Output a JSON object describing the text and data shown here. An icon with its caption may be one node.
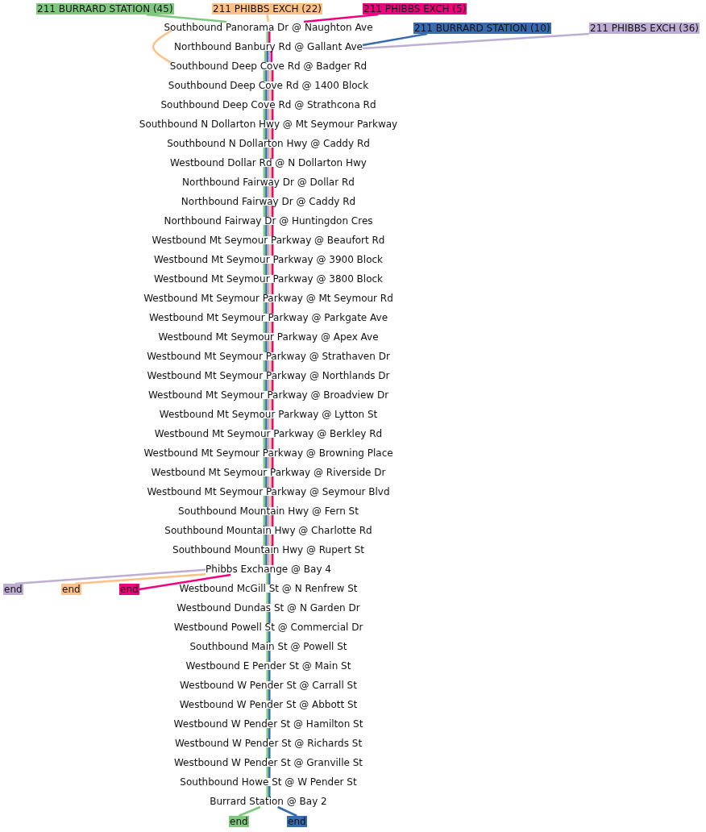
{
  "diagram": {
    "nodes": [
      {
        "text": [
          "211 BURRARD STATION (45)"
        ]
      },
      {
        "text": [
          "211 PHIBBS EXCH (22)"
        ]
      },
      {
        "text": [
          "211 PHIBBS EXCH (5)"
        ]
      },
      {
        "text": [
          "211 BURRARD STATION (10)"
        ]
      },
      {
        "text": [
          "211 PHIBBS EXCH (36)"
        ]
      },
      {
        "text": [
          "Southbound Panorama Dr @ Naughton Ave"
        ]
      },
      {
        "text": [
          "Northbound Banbury Rd @ Gallant Ave"
        ]
      },
      {
        "text": [
          "Southbound Deep Cove Rd @ Badger Rd"
        ]
      },
      {
        "text": [
          "Southbound Deep Cove Rd @ 1400 Block"
        ]
      },
      {
        "text": [
          "Southbound Deep Cove Rd @ Strathcona Rd"
        ]
      },
      {
        "text": [
          "Southbound N Dollarton Hwy @ Mt Seymour Parkway"
        ]
      },
      {
        "text": [
          "Southbound N Dollarton Hwy @ Caddy Rd"
        ]
      },
      {
        "text": [
          "Westbound Dollar Rd @ N Dollarton Hwy"
        ]
      },
      {
        "text": [
          "Northbound Fairway Dr @ Dollar Rd"
        ]
      },
      {
        "text": [
          "Northbound Fairway Dr @ Caddy Rd"
        ]
      },
      {
        "text": [
          "Northbound Fairway Dr @ Huntingdon Cres"
        ]
      },
      {
        "text": [
          "Westbound Mt Seymour Parkway @ Beaufort Rd"
        ]
      },
      {
        "text": [
          "Westbound Mt Seymour Parkway @ 3900 Block"
        ]
      },
      {
        "text": [
          "Westbound Mt Seymour Parkway @ 3800 Block"
        ]
      },
      {
        "text": [
          "Westbound Mt Seymour Parkway @ Mt Seymour Rd"
        ]
      },
      {
        "text": [
          "Westbound Mt Seymour Parkway @ Parkgate Ave"
        ]
      },
      {
        "text": [
          "Westbound Mt Seymour Parkway @ Apex Ave"
        ]
      },
      {
        "text": [
          "Westbound Mt Seymour Parkway @ Strathaven Dr"
        ]
      },
      {
        "text": [
          "Westbound Mt Seymour Parkway @ Northlands Dr"
        ]
      },
      {
        "text": [
          "Westbound Mt Seymour Parkway @ Broadview Dr"
        ]
      },
      {
        "text": [
          "Westbound Mt Seymour Parkway @ Lytton St"
        ]
      },
      {
        "text": [
          "Westbound Mt Seymour Parkway @ Berkley Rd"
        ]
      },
      {
        "text": [
          "Westbound Mt Seymour Parkway @ Browning Place"
        ]
      },
      {
        "text": [
          "Westbound Mt Seymour Parkway @ Riverside Dr"
        ]
      },
      {
        "text": [
          "Westbound Mt Seymour Parkway @ Seymour Blvd"
        ]
      },
      {
        "text": [
          "Southbound Mountain Hwy @ Fern St"
        ]
      },
      {
        "text": [
          "Southbound Mountain Hwy @ Charlotte Rd"
        ]
      },
      {
        "text": [
          "Southbound Mountain Hwy @ Rupert St"
        ]
      },
      {
        "text": [
          "Phibbs Exchange @ Bay 4"
        ]
      },
      {
        "text": [
          "Westbound McGill St @ N Renfrew St"
        ]
      },
      {
        "text": [
          "Westbound Dundas St @ N Garden Dr"
        ]
      },
      {
        "text": [
          "Westbound Powell St @ Commercial Dr"
        ]
      },
      {
        "text": [
          "Southbound Main St @ Powell St"
        ]
      },
      {
        "text": [
          "Westbound E Pender St @ Main St"
        ]
      },
      {
        "text": [
          "Westbound W Pender St @ Carrall St"
        ]
      },
      {
        "text": [
          "Westbound W Pender St @ Abbott St"
        ]
      },
      {
        "text": [
          "Westbound W Pender St @ Hamilton St"
        ]
      },
      {
        "text": [
          "Westbound W Pender St @ Richards St"
        ]
      },
      {
        "text": [
          "Westbound W Pender St @ Granville St"
        ]
      },
      {
        "text": [
          "Southbound Howe St @ W Pender St"
        ]
      },
      {
        "text": [
          "Burrard Station @ Bay 2"
        ]
      },
      {
        "text": [
          "end"
        ]
      },
      {
        "text": [
          "end"
        ]
      },
      {
        "text": [
          "end"
        ]
      },
      {
        "text": [
          "end"
        ]
      },
      {
        "text": [
          "end"
        ]
      }
    ],
    "edges": [
      {
        "from": 0,
        "to": 5,
        "arrow": "none",
        "color": "#7fc97f"
      },
      {
        "from": 1,
        "to": 5,
        "arrow": "none",
        "color": "#fdc086"
      },
      {
        "from": 2,
        "to": 5,
        "arrow": "none",
        "color": "#f0027f"
      },
      {
        "from": 3,
        "to": 6,
        "arrow": "none",
        "color": "#386cb0"
      },
      {
        "from": 4,
        "to": 6,
        "arrow": "none",
        "color": "#beaed4"
      },
      {
        "from": 5,
        "to": 6,
        "arrow": "none",
        "color": "#7fc97f"
      },
      {
        "from": 5,
        "to": 6,
        "arrow": "none",
        "color": "#f0027f"
      },
      {
        "from": 5,
        "to": 7,
        "arrow": "none",
        "color": "#fdc086"
      },
      {
        "from": 6,
        "to": 7,
        "arrow": "none",
        "color": "#7fc97f"
      },
      {
        "from": 6,
        "to": 7,
        "arrow": "none",
        "color": "#386cb0"
      },
      {
        "from": 6,
        "to": 7,
        "arrow": "none",
        "color": "#beaed4"
      },
      {
        "from": 6,
        "to": 7,
        "arrow": "none",
        "color": "#f0027f"
      },
      {
        "from": 7,
        "to": 8,
        "arrow": "none",
        "color": "#7fc97f"
      },
      {
        "from": 7,
        "to": 8,
        "arrow": "none",
        "color": "#386cb0"
      },
      {
        "from": 7,
        "to": 8,
        "arrow": "none",
        "color": "#beaed4"
      },
      {
        "from": 7,
        "to": 8,
        "arrow": "none",
        "color": "#fdc086"
      },
      {
        "from": 7,
        "to": 8,
        "arrow": "none",
        "color": "#f0027f"
      },
      {
        "from": 8,
        "to": 9,
        "arrow": "none",
        "color": "#7fc97f"
      },
      {
        "from": 8,
        "to": 9,
        "arrow": "none",
        "color": "#386cb0"
      },
      {
        "from": 8,
        "to": 9,
        "arrow": "none",
        "color": "#beaed4"
      },
      {
        "from": 8,
        "to": 9,
        "arrow": "none",
        "color": "#fdc086"
      },
      {
        "from": 8,
        "to": 9,
        "arrow": "none",
        "color": "#f0027f"
      },
      {
        "from": 9,
        "to": 10,
        "arrow": "none",
        "color": "#7fc97f"
      },
      {
        "from": 9,
        "to": 10,
        "arrow": "none",
        "color": "#386cb0"
      },
      {
        "from": 9,
        "to": 10,
        "arrow": "none",
        "color": "#beaed4"
      },
      {
        "from": 9,
        "to": 10,
        "arrow": "none",
        "color": "#fdc086"
      },
      {
        "from": 9,
        "to": 10,
        "arrow": "none",
        "color": "#f0027f"
      },
      {
        "from": 10,
        "to": 11,
        "arrow": "none",
        "color": "#7fc97f"
      },
      {
        "from": 10,
        "to": 11,
        "arrow": "none",
        "color": "#386cb0"
      },
      {
        "from": 10,
        "to": 11,
        "arrow": "none",
        "color": "#beaed4"
      },
      {
        "from": 10,
        "to": 11,
        "arrow": "none",
        "color": "#fdc086"
      },
      {
        "from": 10,
        "to": 11,
        "arrow": "none",
        "color": "#f0027f"
      },
      {
        "from": 11,
        "to": 12,
        "arrow": "none",
        "color": "#7fc97f"
      },
      {
        "from": 11,
        "to": 12,
        "arrow": "none",
        "color": "#386cb0"
      },
      {
        "from": 11,
        "to": 12,
        "arrow": "none",
        "color": "#beaed4"
      },
      {
        "from": 11,
        "to": 12,
        "arrow": "none",
        "color": "#fdc086"
      },
      {
        "from": 11,
        "to": 12,
        "arrow": "none",
        "color": "#f0027f"
      },
      {
        "from": 12,
        "to": 13,
        "arrow": "none",
        "color": "#7fc97f"
      },
      {
        "from": 12,
        "to": 13,
        "arrow": "none",
        "color": "#386cb0"
      },
      {
        "from": 12,
        "to": 13,
        "arrow": "none",
        "color": "#beaed4"
      },
      {
        "from": 12,
        "to": 13,
        "arrow": "none",
        "color": "#fdc086"
      },
      {
        "from": 12,
        "to": 13,
        "arrow": "none",
        "color": "#f0027f"
      },
      {
        "from": 13,
        "to": 14,
        "arrow": "none",
        "color": "#7fc97f"
      },
      {
        "from": 13,
        "to": 14,
        "arrow": "none",
        "color": "#386cb0"
      },
      {
        "from": 13,
        "to": 14,
        "arrow": "none",
        "color": "#beaed4"
      },
      {
        "from": 13,
        "to": 14,
        "arrow": "none",
        "color": "#fdc086"
      },
      {
        "from": 13,
        "to": 14,
        "arrow": "none",
        "color": "#f0027f"
      },
      {
        "from": 14,
        "to": 15,
        "arrow": "none",
        "color": "#7fc97f"
      },
      {
        "from": 14,
        "to": 15,
        "arrow": "none",
        "color": "#386cb0"
      },
      {
        "from": 14,
        "to": 15,
        "arrow": "none",
        "color": "#beaed4"
      },
      {
        "from": 14,
        "to": 15,
        "arrow": "none",
        "color": "#fdc086"
      },
      {
        "from": 14,
        "to": 15,
        "arrow": "none",
        "color": "#f0027f"
      },
      {
        "from": 15,
        "to": 16,
        "arrow": "none",
        "color": "#7fc97f"
      },
      {
        "from": 15,
        "to": 16,
        "arrow": "none",
        "color": "#386cb0"
      },
      {
        "from": 15,
        "to": 16,
        "arrow": "none",
        "color": "#beaed4"
      },
      {
        "from": 15,
        "to": 16,
        "arrow": "none",
        "color": "#fdc086"
      },
      {
        "from": 15,
        "to": 16,
        "arrow": "none",
        "color": "#f0027f"
      },
      {
        "from": 16,
        "to": 17,
        "arrow": "none",
        "color": "#7fc97f"
      },
      {
        "from": 16,
        "to": 17,
        "arrow": "none",
        "color": "#386cb0"
      },
      {
        "from": 16,
        "to": 17,
        "arrow": "none",
        "color": "#beaed4"
      },
      {
        "from": 16,
        "to": 17,
        "arrow": "none",
        "color": "#fdc086"
      },
      {
        "from": 16,
        "to": 17,
        "arrow": "none",
        "color": "#f0027f"
      },
      {
        "from": 17,
        "to": 18,
        "arrow": "none",
        "color": "#7fc97f"
      },
      {
        "from": 17,
        "to": 18,
        "arrow": "none",
        "color": "#386cb0"
      },
      {
        "from": 17,
        "to": 18,
        "arrow": "none",
        "color": "#beaed4"
      },
      {
        "from": 17,
        "to": 18,
        "arrow": "none",
        "color": "#fdc086"
      },
      {
        "from": 17,
        "to": 18,
        "arrow": "none",
        "color": "#f0027f"
      },
      {
        "from": 18,
        "to": 19,
        "arrow": "none",
        "color": "#7fc97f"
      },
      {
        "from": 18,
        "to": 19,
        "arrow": "none",
        "color": "#386cb0"
      },
      {
        "from": 18,
        "to": 19,
        "arrow": "none",
        "color": "#beaed4"
      },
      {
        "from": 18,
        "to": 19,
        "arrow": "none",
        "color": "#fdc086"
      },
      {
        "from": 18,
        "to": 19,
        "arrow": "none",
        "color": "#f0027f"
      },
      {
        "from": 19,
        "to": 20,
        "arrow": "none",
        "color": "#7fc97f"
      },
      {
        "from": 19,
        "to": 20,
        "arrow": "none",
        "color": "#386cb0"
      },
      {
        "from": 19,
        "to": 20,
        "arrow": "none",
        "color": "#beaed4"
      },
      {
        "from": 19,
        "to": 20,
        "arrow": "none",
        "color": "#fdc086"
      },
      {
        "from": 19,
        "to": 20,
        "arrow": "none",
        "color": "#f0027f"
      },
      {
        "from": 20,
        "to": 21,
        "arrow": "none",
        "color": "#7fc97f"
      },
      {
        "from": 20,
        "to": 21,
        "arrow": "none",
        "color": "#386cb0"
      },
      {
        "from": 20,
        "to": 21,
        "arrow": "none",
        "color": "#beaed4"
      },
      {
        "from": 20,
        "to": 21,
        "arrow": "none",
        "color": "#fdc086"
      },
      {
        "from": 20,
        "to": 21,
        "arrow": "none",
        "color": "#f0027f"
      },
      {
        "from": 21,
        "to": 22,
        "arrow": "none",
        "color": "#7fc97f"
      },
      {
        "from": 21,
        "to": 22,
        "arrow": "none",
        "color": "#386cb0"
      },
      {
        "from": 21,
        "to": 22,
        "arrow": "none",
        "color": "#beaed4"
      },
      {
        "from": 21,
        "to": 22,
        "arrow": "none",
        "color": "#fdc086"
      },
      {
        "from": 21,
        "to": 22,
        "arrow": "none",
        "color": "#f0027f"
      },
      {
        "from": 22,
        "to": 23,
        "arrow": "none",
        "color": "#7fc97f"
      },
      {
        "from": 22,
        "to": 23,
        "arrow": "none",
        "color": "#386cb0"
      },
      {
        "from": 22,
        "to": 23,
        "arrow": "none",
        "color": "#beaed4"
      },
      {
        "from": 22,
        "to": 23,
        "arrow": "none",
        "color": "#fdc086"
      },
      {
        "from": 22,
        "to": 23,
        "arrow": "none",
        "color": "#f0027f"
      },
      {
        "from": 23,
        "to": 24,
        "arrow": "none",
        "color": "#7fc97f"
      },
      {
        "from": 23,
        "to": 24,
        "arrow": "none",
        "color": "#386cb0"
      },
      {
        "from": 23,
        "to": 24,
        "arrow": "none",
        "color": "#beaed4"
      },
      {
        "from": 23,
        "to": 24,
        "arrow": "none",
        "color": "#fdc086"
      },
      {
        "from": 23,
        "to": 24,
        "arrow": "none",
        "color": "#f0027f"
      },
      {
        "from": 24,
        "to": 25,
        "arrow": "none",
        "color": "#7fc97f"
      },
      {
        "from": 24,
        "to": 25,
        "arrow": "none",
        "color": "#386cb0"
      },
      {
        "from": 24,
        "to": 25,
        "arrow": "none",
        "color": "#beaed4"
      },
      {
        "from": 24,
        "to": 25,
        "arrow": "none",
        "color": "#fdc086"
      },
      {
        "from": 24,
        "to": 25,
        "arrow": "none",
        "color": "#f0027f"
      },
      {
        "from": 25,
        "to": 26,
        "arrow": "none",
        "color": "#7fc97f"
      },
      {
        "from": 25,
        "to": 26,
        "arrow": "none",
        "color": "#386cb0"
      },
      {
        "from": 25,
        "to": 26,
        "arrow": "none",
        "color": "#beaed4"
      },
      {
        "from": 25,
        "to": 26,
        "arrow": "none",
        "color": "#fdc086"
      },
      {
        "from": 25,
        "to": 26,
        "arrow": "none",
        "color": "#f0027f"
      },
      {
        "from": 26,
        "to": 27,
        "arrow": "none",
        "color": "#7fc97f"
      },
      {
        "from": 26,
        "to": 27,
        "arrow": "none",
        "color": "#386cb0"
      },
      {
        "from": 26,
        "to": 27,
        "arrow": "none",
        "color": "#beaed4"
      },
      {
        "from": 26,
        "to": 27,
        "arrow": "none",
        "color": "#fdc086"
      },
      {
        "from": 26,
        "to": 27,
        "arrow": "none",
        "color": "#f0027f"
      },
      {
        "from": 27,
        "to": 28,
        "arrow": "none",
        "color": "#7fc97f"
      },
      {
        "from": 27,
        "to": 28,
        "arrow": "none",
        "color": "#386cb0"
      },
      {
        "from": 27,
        "to": 28,
        "arrow": "none",
        "color": "#beaed4"
      },
      {
        "from": 27,
        "to": 28,
        "arrow": "none",
        "color": "#fdc086"
      },
      {
        "from": 27,
        "to": 28,
        "arrow": "none",
        "color": "#f0027f"
      },
      {
        "from": 28,
        "to": 29,
        "arrow": "none",
        "color": "#7fc97f"
      },
      {
        "from": 28,
        "to": 29,
        "arrow": "none",
        "color": "#386cb0"
      },
      {
        "from": 28,
        "to": 29,
        "arrow": "none",
        "color": "#beaed4"
      },
      {
        "from": 28,
        "to": 29,
        "arrow": "none",
        "color": "#fdc086"
      },
      {
        "from": 28,
        "to": 29,
        "arrow": "none",
        "color": "#f0027f"
      },
      {
        "from": 29,
        "to": 30,
        "arrow": "none",
        "color": "#7fc97f"
      },
      {
        "from": 29,
        "to": 30,
        "arrow": "none",
        "color": "#386cb0"
      },
      {
        "from": 29,
        "to": 30,
        "arrow": "none",
        "color": "#beaed4"
      },
      {
        "from": 29,
        "to": 30,
        "arrow": "none",
        "color": "#fdc086"
      },
      {
        "from": 29,
        "to": 30,
        "arrow": "none",
        "color": "#f0027f"
      },
      {
        "from": 30,
        "to": 31,
        "arrow": "none",
        "color": "#7fc97f"
      },
      {
        "from": 30,
        "to": 31,
        "arrow": "none",
        "color": "#386cb0"
      },
      {
        "from": 30,
        "to": 31,
        "arrow": "none",
        "color": "#beaed4"
      },
      {
        "from": 30,
        "to": 31,
        "arrow": "none",
        "color": "#fdc086"
      },
      {
        "from": 30,
        "to": 31,
        "arrow": "none",
        "color": "#f0027f"
      },
      {
        "from": 31,
        "to": 32,
        "arrow": "none",
        "color": "#7fc97f"
      },
      {
        "from": 31,
        "to": 32,
        "arrow": "none",
        "color": "#386cb0"
      },
      {
        "from": 31,
        "to": 32,
        "arrow": "none",
        "color": "#beaed4"
      },
      {
        "from": 31,
        "to": 32,
        "arrow": "none",
        "color": "#fdc086"
      },
      {
        "from": 31,
        "to": 32,
        "arrow": "none",
        "color": "#f0027f"
      },
      {
        "from": 32,
        "to": 33,
        "arrow": "none",
        "color": "#7fc97f"
      },
      {
        "from": 32,
        "to": 33,
        "arrow": "none",
        "color": "#386cb0"
      },
      {
        "from": 32,
        "to": 33,
        "arrow": "none",
        "color": "#beaed4"
      },
      {
        "from": 32,
        "to": 33,
        "arrow": "none",
        "color": "#fdc086"
      },
      {
        "from": 32,
        "to": 33,
        "arrow": "none",
        "color": "#f0027f"
      },
      {
        "from": 33,
        "to": 34,
        "arrow": "none",
        "color": "#7fc97f"
      },
      {
        "from": 33,
        "to": 34,
        "arrow": "none",
        "color": "#386cb0"
      },
      {
        "from": 34,
        "to": 35,
        "arrow": "none",
        "color": "#7fc97f"
      },
      {
        "from": 34,
        "to": 35,
        "arrow": "none",
        "color": "#386cb0"
      },
      {
        "from": 35,
        "to": 36,
        "arrow": "none",
        "color": "#7fc97f"
      },
      {
        "from": 35,
        "to": 36,
        "arrow": "none",
        "color": "#386cb0"
      },
      {
        "from": 36,
        "to": 37,
        "arrow": "none",
        "color": "#7fc97f"
      },
      {
        "from": 36,
        "to": 37,
        "arrow": "none",
        "color": "#386cb0"
      },
      {
        "from": 37,
        "to": 38,
        "arrow": "none",
        "color": "#7fc97f"
      },
      {
        "from": 37,
        "to": 38,
        "arrow": "none",
        "color": "#386cb0"
      },
      {
        "from": 38,
        "to": 39,
        "arrow": "none",
        "color": "#7fc97f"
      },
      {
        "from": 38,
        "to": 39,
        "arrow": "none",
        "color": "#386cb0"
      },
      {
        "from": 39,
        "to": 40,
        "arrow": "none",
        "color": "#7fc97f"
      },
      {
        "from": 39,
        "to": 40,
        "arrow": "none",
        "color": "#386cb0"
      },
      {
        "from": 40,
        "to": 41,
        "arrow": "none",
        "color": "#7fc97f"
      },
      {
        "from": 40,
        "to": 41,
        "arrow": "none",
        "color": "#386cb0"
      },
      {
        "from": 41,
        "to": 42,
        "arrow": "none",
        "color": "#7fc97f"
      },
      {
        "from": 41,
        "to": 42,
        "arrow": "none",
        "color": "#386cb0"
      },
      {
        "from": 42,
        "to": 43,
        "arrow": "none",
        "color": "#7fc97f"
      },
      {
        "from": 42,
        "to": 43,
        "arrow": "none",
        "color": "#386cb0"
      },
      {
        "from": 43,
        "to": 44,
        "arrow": "none",
        "color": "#7fc97f"
      },
      {
        "from": 43,
        "to": 44,
        "arrow": "none",
        "color": "#386cb0"
      },
      {
        "from": 44,
        "to": 45,
        "arrow": "none",
        "color": "#7fc97f"
      },
      {
        "from": 44,
        "to": 45,
        "arrow": "none",
        "color": "#386cb0"
      },
      {
        "from": 33,
        "to": 46,
        "arrow": "none",
        "color": "#beaed4"
      },
      {
        "from": 33,
        "to": 47,
        "arrow": "none",
        "color": "#fdc086"
      },
      {
        "from": 33,
        "to": 48,
        "arrow": "none",
        "color": "#f0027f"
      },
      {
        "from": 45,
        "to": 49,
        "arrow": "none",
        "color": "#7fc97f"
      },
      {
        "from": 45,
        "to": 50,
        "arrow": "none",
        "color": "#386cb0"
      }
    ]
  }
}
